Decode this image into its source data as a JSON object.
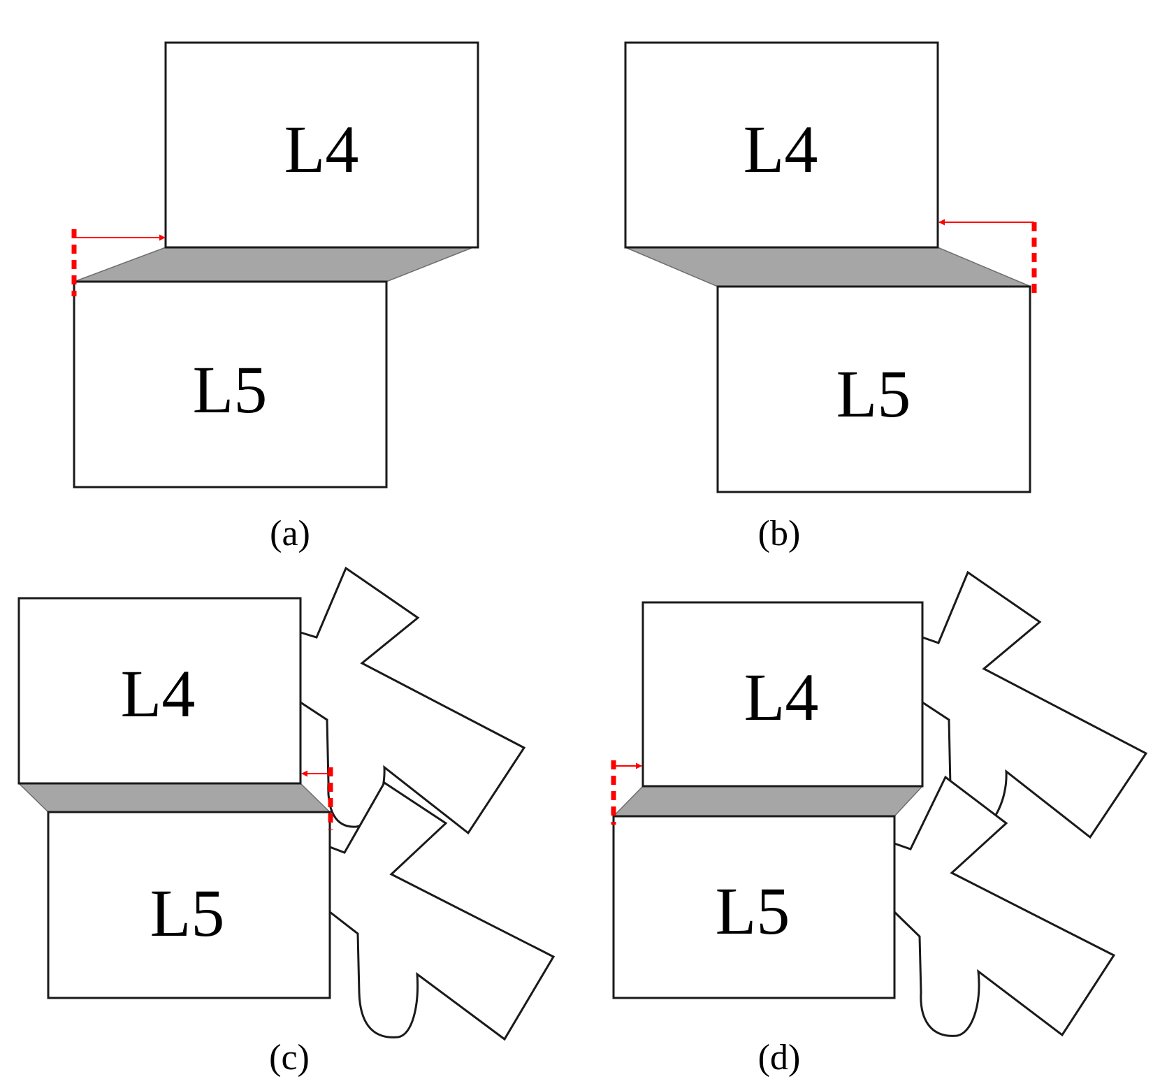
{
  "colors": {
    "outline": "#1a1a1a",
    "disc": "#a6a6a6",
    "marker": "#ff0000"
  },
  "panels": [
    {
      "id": "a",
      "caption": "(a)",
      "upper": "L4",
      "lower": "L5"
    },
    {
      "id": "b",
      "caption": "(b)",
      "upper": "L4",
      "lower": "L5"
    },
    {
      "id": "c",
      "caption": "(c)",
      "upper": "L4",
      "lower": "L5"
    },
    {
      "id": "d",
      "caption": "(d)",
      "upper": "L4",
      "lower": "L5"
    }
  ]
}
